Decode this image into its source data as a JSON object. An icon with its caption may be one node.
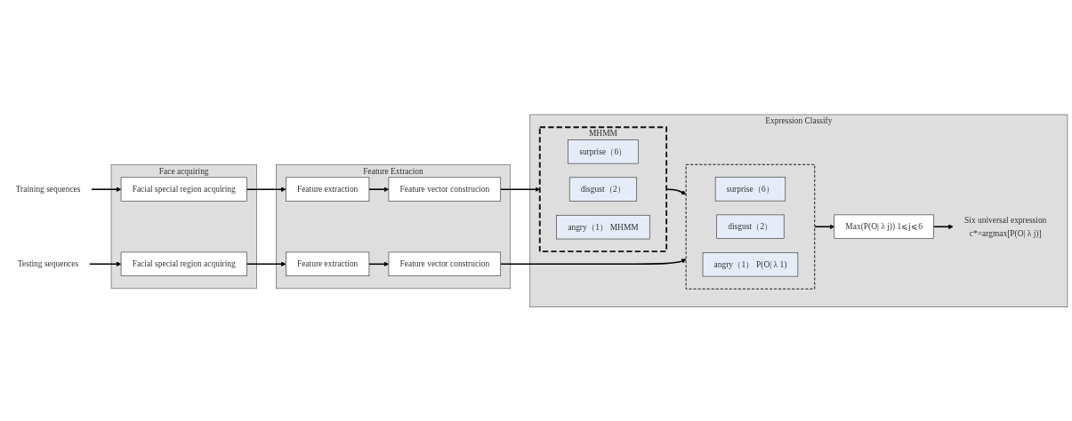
{
  "diagram": {
    "nodes": [
      {
        "text": [
          "Face acquiring"
        ]
      },
      {
        "text": [
          "Feature Extracion"
        ]
      },
      {
        "text": [
          "Expression Classify"
        ]
      },
      {
        "text": [
          "Training sequences"
        ]
      },
      {
        "text": [
          "Facial special region acquiring"
        ],
        "in": 0
      },
      {
        "text": [
          "Feature extraction"
        ],
        "in": 1
      },
      {
        "text": [
          "Feature vector construcion"
        ],
        "in": 1
      },
      {
        "text": [
          "MHMM"
        ],
        "in": 2
      },
      {
        "text": [
          "surprise（6）"
        ],
        "in": 7
      },
      {
        "text": [
          "disgust（2）"
        ],
        "in": 7
      },
      {
        "text": [
          "angry（1） MHMM"
        ],
        "in": 7
      },
      {
        "text": [
          "Testing sequences"
        ]
      },
      {
        "text": [
          "Facial special region acquiring"
        ],
        "in": 0
      },
      {
        "text": [
          "Feature extraction"
        ],
        "in": 1
      },
      {
        "text": [
          "Feature vector construcion"
        ],
        "in": 1
      },
      {
        "text": [],
        "shape": "box",
        "in": 2
      },
      {
        "text": [
          "surprise（6）"
        ],
        "in": 15
      },
      {
        "text": [
          "disgust（2）"
        ],
        "in": 15
      },
      {
        "text": [
          "angry（1） P(O| λ 1)"
        ],
        "in": 15
      },
      {
        "text": [
          "Max(P(O| λ j)) 1⩽j⩽6"
        ],
        "in": 2
      },
      {
        "text": [
          "Six universal expression",
          "c*=argmax[P(O| λ j)]"
        ],
        "in": 2
      }
    ],
    "edges": [
      {
        "from": 3,
        "to": 4,
        "arrow": "to"
      },
      {
        "from": 4,
        "to": 5,
        "arrow": "to"
      },
      {
        "from": 5,
        "to": 6,
        "arrow": "to"
      },
      {
        "from": 6,
        "to": 7,
        "arrow": "to"
      },
      {
        "from": 7,
        "to": 15,
        "arrow": "to"
      },
      {
        "from": 11,
        "to": 12,
        "arrow": "to"
      },
      {
        "from": 12,
        "to": 13,
        "arrow": "to"
      },
      {
        "from": 13,
        "to": 14,
        "arrow": "to"
      },
      {
        "from": 14,
        "to": 15,
        "arrow": "to"
      },
      {
        "from": 15,
        "to": 19,
        "arrow": "to"
      },
      {
        "from": 19,
        "to": 20,
        "arrow": "to"
      }
    ]
  }
}
